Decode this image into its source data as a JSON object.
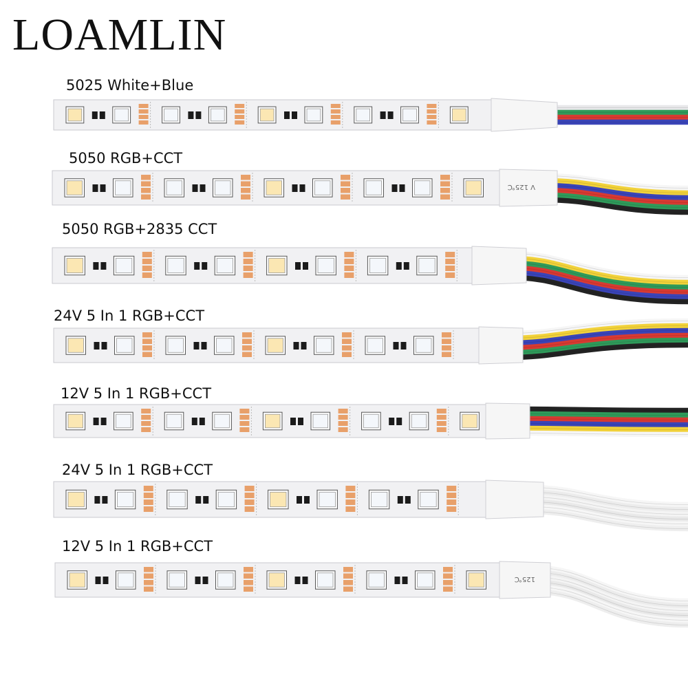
{
  "brand": "LOAMLIN",
  "colors": {
    "pcb": "#f1f1f3",
    "pcb_edge": "#c9c9cf",
    "pad_copper": "#e8a06a",
    "chip_warm": "#fbe7b3",
    "chip_cool": "#f4f7fb",
    "resistor": "#1b1b1b",
    "sleeve": "#f6f6f6"
  },
  "strips": [
    {
      "label": "5025 White+Blue",
      "wires": [
        "#e8e8ea",
        "#2f9a5a",
        "#d83a32",
        "#3a44b8"
      ],
      "sleeve_text": ""
    },
    {
      "label": "5050 RGB+CCT",
      "wires": [
        "#f6f6f6",
        "#f2d23a",
        "#3a44b8",
        "#d83a32",
        "#2f9a5a",
        "#232323"
      ],
      "sleeve_text": "V 125℃"
    },
    {
      "label": "5050 RGB+2835  CCT",
      "wires": [
        "#f6f6f6",
        "#f2d23a",
        "#2f9a5a",
        "#d83a32",
        "#3a44b8",
        "#232323"
      ],
      "sleeve_text": ""
    },
    {
      "label": "24V 5 In 1 RGB+CCT",
      "wires": [
        "#f6f6f6",
        "#f2d23a",
        "#3a44b8",
        "#d83a32",
        "#2f9a5a",
        "#232323"
      ],
      "sleeve_text": ""
    },
    {
      "label": "12V 5 In 1 RGB+CCT",
      "wires": [
        "#232323",
        "#2f9a5a",
        "#d83a32",
        "#3a44b8",
        "#f2d23a",
        "#f6f6f6"
      ],
      "sleeve_text": ""
    },
    {
      "label": "24V 5 In 1 RGB+CCT",
      "wires": [
        "#f6f6f6",
        "#ececec",
        "#f4f4f4",
        "#e9e9e9",
        "#f6f6f6",
        "#eeeeee"
      ],
      "sleeve_text": ""
    },
    {
      "label": "12V 5 In 1 RGB+CCT",
      "wires": [
        "#f6f6f6",
        "#ececec",
        "#f4f4f4",
        "#e9e9e9",
        "#f6f6f6",
        "#eeeeee"
      ],
      "sleeve_text": "125℃"
    }
  ]
}
